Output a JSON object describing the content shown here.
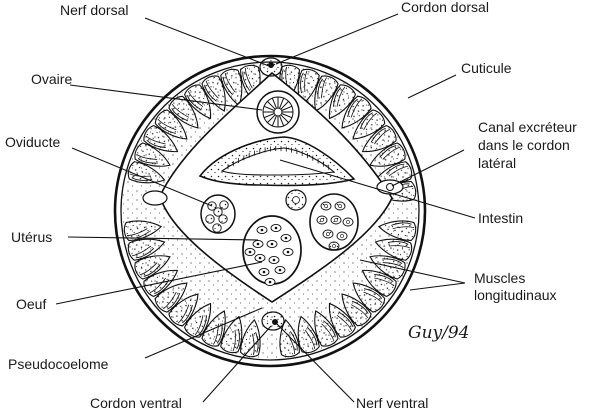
{
  "diagram": {
    "labels": {
      "nerf_dorsal": "Nerf dorsal",
      "cordon_dorsal": "Cordon dorsal",
      "ovaire": "Ovaire",
      "cuticule": "Cuticule",
      "oviducte": "Oviducte",
      "canal_excreteur": [
        "Canal excréteur",
        "dans le cordon",
        "latéral"
      ],
      "intestin": "Intestin",
      "uterus": "Utérus",
      "muscles": [
        "Muscles",
        "longitudinaux"
      ],
      "oeuf": "Oeuf",
      "pseudocoelome": "Pseudocoelome",
      "cordon_ventral": "Cordon ventral",
      "nerf_ventral": "Nerf ventral"
    },
    "signature": "Guy/94",
    "colors": {
      "ink": "#111111",
      "background": "#ffffff"
    }
  }
}
